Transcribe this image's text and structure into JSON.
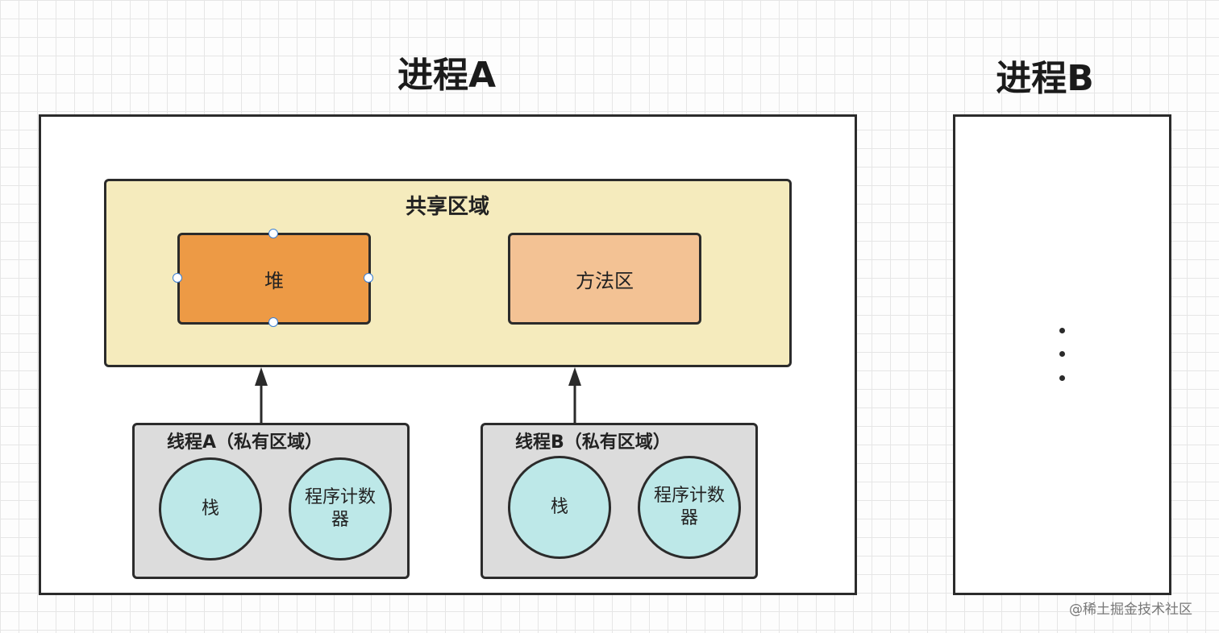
{
  "process_a": {
    "title": "进程A",
    "shared_area": {
      "title": "共享区域",
      "heap_label": "堆",
      "method_area_label": "方法区"
    },
    "thread_a": {
      "title": "线程A（私有区域）",
      "stack_label": "栈",
      "pc_label": "程序计数器"
    },
    "thread_b": {
      "title": "线程B（私有区域）",
      "stack_label": "栈",
      "pc_label": "程序计数器"
    }
  },
  "process_b": {
    "title": "进程B",
    "ellipsis_dots": 3
  },
  "watermark": "@稀土掘金技术社区",
  "colors": {
    "shared_area": "#f5ebbd",
    "heap": "#ed9a45",
    "method_area": "#f3c294",
    "thread_box": "#dcdcdc",
    "circle": "#bde8e8",
    "selection_handle": "#3b7fd4"
  }
}
